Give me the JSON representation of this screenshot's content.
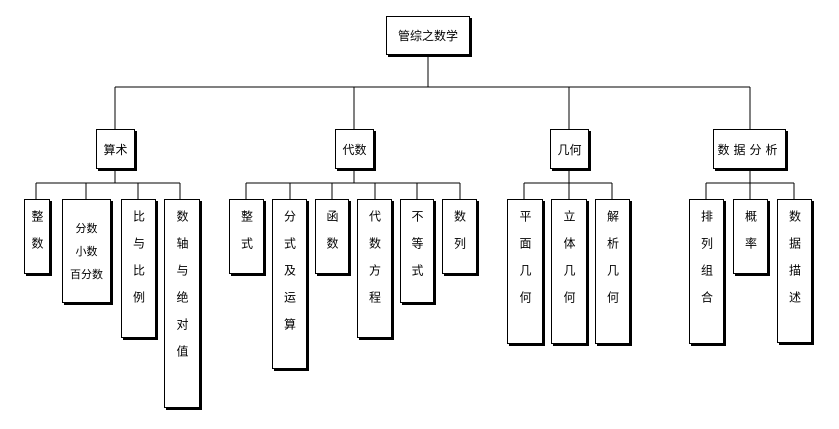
{
  "root": "管综之数学",
  "branches": [
    {
      "label": "算术",
      "children": [
        {
          "label": "整数"
        },
        {
          "lines": [
            "分数",
            "小数",
            "百分数"
          ]
        },
        {
          "label": "比与比例"
        },
        {
          "label": "数轴与绝对值"
        }
      ]
    },
    {
      "label": "代数",
      "children": [
        {
          "label": "整式"
        },
        {
          "label": "分式及运算"
        },
        {
          "label": "函数"
        },
        {
          "label": "代数方程"
        },
        {
          "label": "不等式"
        },
        {
          "label": "数列"
        }
      ]
    },
    {
      "label": "几何",
      "children": [
        {
          "label": "平面几何"
        },
        {
          "label": "立体几何"
        },
        {
          "label": "解析几何"
        }
      ]
    },
    {
      "label": "数据分析",
      "children": [
        {
          "label": "排列组合"
        },
        {
          "label": "概率"
        },
        {
          "label": "数据描述"
        }
      ]
    }
  ]
}
